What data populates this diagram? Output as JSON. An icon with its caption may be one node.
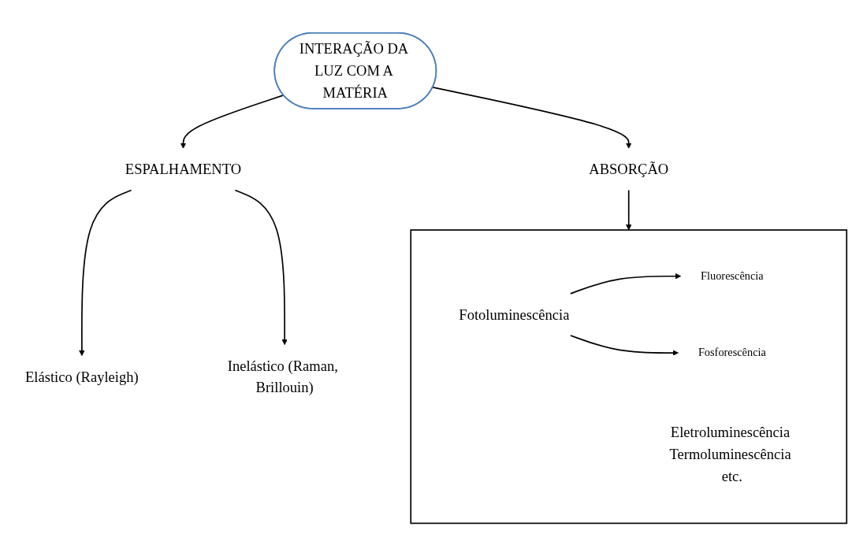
{
  "diagram": {
    "nodes": [
      {
        "text": [
          "INTERAÇÃO DA LUZ COM A MATÉRIA"
        ]
      },
      {
        "text": [
          "ESPALHAMENTO"
        ]
      },
      {
        "text": [
          "ABSORÇÃO"
        ]
      },
      {
        "text": [
          "Elástico (Rayleigh)"
        ]
      },
      {
        "text": [
          "Inelástico (Raman, Brillouin)"
        ]
      },
      {
        "text": [],
        "shape": "box"
      },
      {
        "text": [
          "Fotoluminescência"
        ],
        "in": 5
      },
      {
        "text": [
          "Fluorescência"
        ],
        "in": 5
      },
      {
        "text": [
          "Fosforescência"
        ],
        "in": 5
      },
      {
        "text": [
          "Eletroluminescência Termoluminescência etc."
        ],
        "in": 5
      }
    ],
    "edges": [
      {
        "from": 0,
        "to": 1,
        "arrow": "to"
      },
      {
        "from": 0,
        "to": 2,
        "arrow": "to"
      },
      {
        "from": 1,
        "to": 3,
        "arrow": "to"
      },
      {
        "from": 1,
        "to": 4,
        "arrow": "to"
      },
      {
        "from": 2,
        "to": 5,
        "arrow": "to"
      },
      {
        "from": 6,
        "to": 7,
        "arrow": "to"
      },
      {
        "from": 6,
        "to": 8,
        "arrow": "to"
      }
    ]
  }
}
